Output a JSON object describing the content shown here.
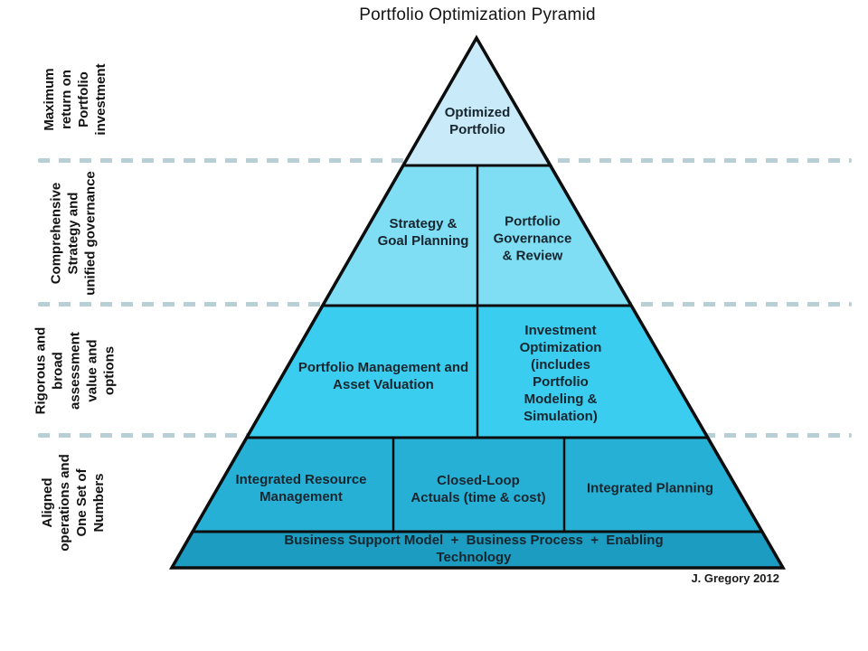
{
  "title": "Portfolio Optimization Pyramid",
  "attribution": "J. Gregory 2012",
  "colors": {
    "tiers": [
      "#c9eaf8",
      "#7fddf4",
      "#3acdf0",
      "#27b0d6",
      "#1c9cc0"
    ],
    "outline": "#0d0d0d",
    "dash": "#b7cfd5"
  },
  "side_labels": [
    {
      "id": "maximum-return",
      "text": "Maximum\nreturn on\nPortfolio\ninvestment"
    },
    {
      "id": "comprehensive-strategy",
      "text": "Comprehensive\nStrategy and\nunified governance"
    },
    {
      "id": "rigorous-assessment",
      "text": "Rigorous and\nbroad\nassessment\nvalue and\noptions"
    },
    {
      "id": "aligned-operations",
      "text": "Aligned\noperations and\nOne Set of\nNumbers"
    }
  ],
  "tiers": [
    {
      "level": 1,
      "cells": [
        "Optimized\nPortfolio"
      ]
    },
    {
      "level": 2,
      "cells": [
        "Strategy &\nGoal Planning",
        "Portfolio\nGovernance\n& Review"
      ]
    },
    {
      "level": 3,
      "cells": [
        "Portfolio Management and\nAsset Valuation",
        "Investment\nOptimization\n(includes\nPortfolio\nModeling &\nSimulation)"
      ]
    },
    {
      "level": 4,
      "cells": [
        "Integrated Resource\nManagement",
        "Closed-Loop\nActuals (time & cost)",
        "Integrated Planning"
      ]
    },
    {
      "level": 5,
      "cells": [
        "Business Support Model  +  Business Process  +  Enabling Technology"
      ]
    }
  ]
}
